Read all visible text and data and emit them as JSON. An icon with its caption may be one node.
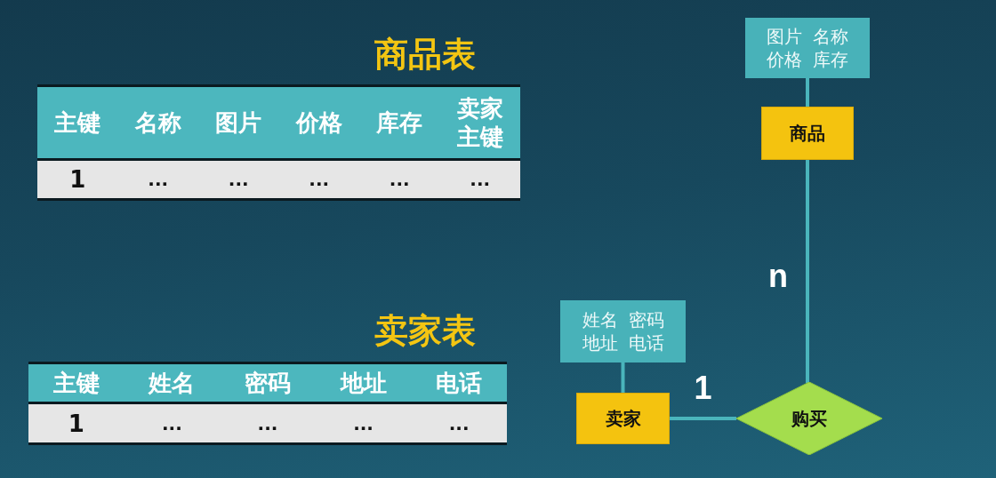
{
  "diagram": {
    "nodes": [
      {
        "text": [
          "图片",
          "名称",
          "价格",
          "库存"
        ]
      },
      {
        "text": [
          "商品"
        ]
      },
      {
        "text": [
          "姓名",
          "密码",
          "地址",
          "电话"
        ]
      },
      {
        "text": [
          "卖家"
        ]
      },
      {
        "text": [
          "购买"
        ]
      }
    ],
    "edges": [
      {
        "from": 0,
        "to": 1,
        "arrow": "none"
      },
      {
        "from": 1,
        "to": 4,
        "arrow": "none",
        "label": "n"
      },
      {
        "from": 2,
        "to": 3,
        "arrow": "none"
      },
      {
        "from": 3,
        "to": 4,
        "arrow": "none",
        "label": "1"
      }
    ],
    "labels": [
      "商品表",
      "主键",
      "名称",
      "图片",
      "价格",
      "库存",
      "卖家主键",
      "1",
      "...",
      "...",
      "...",
      "...",
      "...",
      "卖家表",
      "主键",
      "姓名",
      "密码",
      "地址",
      "电话",
      "1",
      "...",
      "...",
      "...",
      "..."
    ]
  }
}
